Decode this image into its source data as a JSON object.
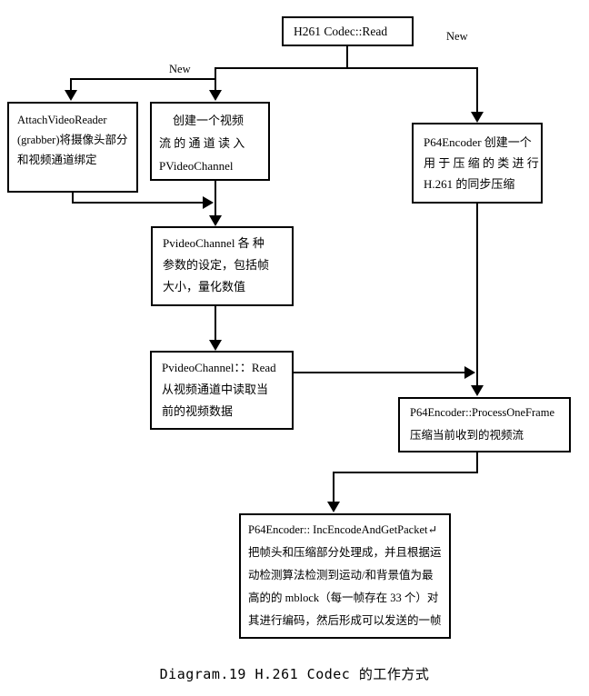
{
  "diagram": {
    "colors": {
      "line": "#000000",
      "background": "#ffffff"
    },
    "boxes": {
      "h261_read": {
        "lines": [
          "H261 Codec::Read"
        ]
      },
      "attach_video_reader": {
        "lines": [
          "AttachVideoReader",
          "(grabber)将摄像头部分",
          "和视频通道绑定"
        ]
      },
      "create_channel": {
        "lines": [
          "创建一个视频",
          "流 的 通 道 读 入",
          "PVideoChannel"
        ]
      },
      "p64_create": {
        "lines": [
          "P64Encoder 创建一个",
          "用 于 压 缩 的 类 进 行",
          "H.261 的同步压缩"
        ]
      },
      "channel_params": {
        "lines": [
          "PvideoChannel 各 种",
          "参数的设定，包括帧",
          "大小，量化数值"
        ]
      },
      "channel_read": {
        "lines": [
          "PvideoChannel：：Read",
          "从视频通道中读取当",
          "前的视频数据"
        ]
      },
      "process_one_frame": {
        "lines": [
          "P64Encoder::ProcessOneFrame",
          "压缩当前收到的视频流"
        ]
      },
      "inc_encode_get_packet": {
        "lines": [
          "P64Encoder:: IncEncodeAndGetPacket↵",
          "把帧头和压缩部分处理成，并且根据运",
          "动检测算法检测到运动/和背景值为最",
          "高的的 mblock（每一帧存在 33 个）对",
          "其进行编码，然后形成可以发送的一帧"
        ]
      }
    },
    "labels": {
      "new_left": "New",
      "new_right": "New"
    },
    "caption": "Diagram.19 H.261 Codec 的工作方式"
  }
}
